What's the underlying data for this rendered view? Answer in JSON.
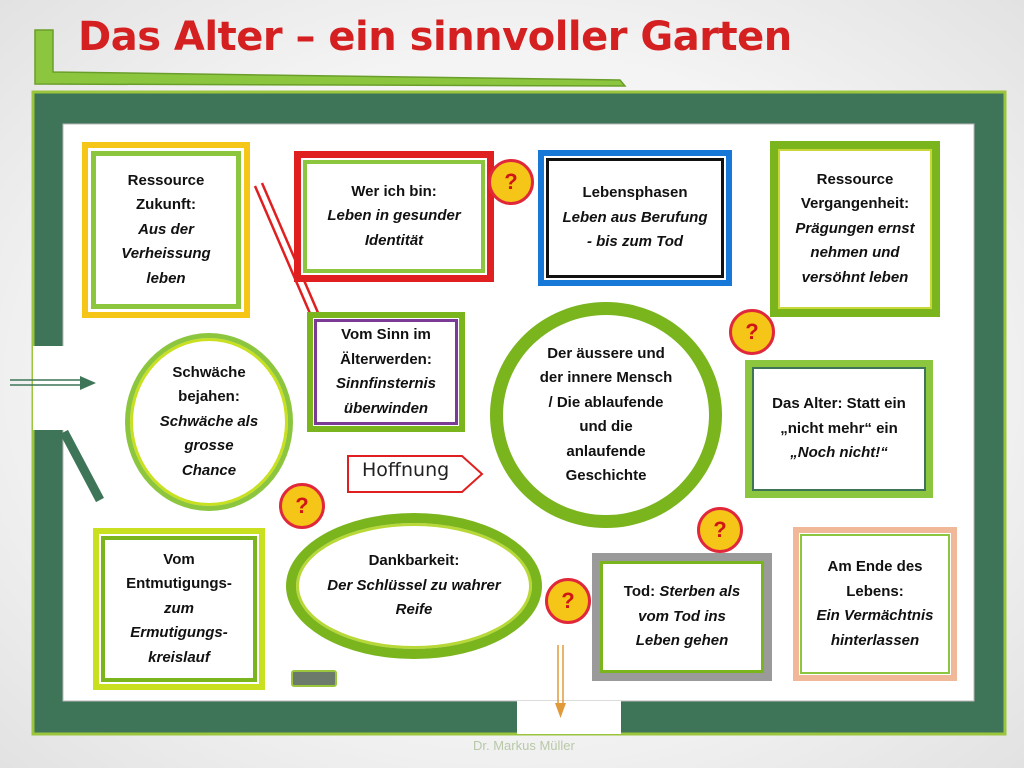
{
  "title": "Das Alter – ein sinnvoller Garten",
  "boxes": {
    "zukunft": {
      "line1": "Ressource Zukunft:",
      "line2": "Aus der Verheissung leben"
    },
    "wer": {
      "line1": "Wer ich bin:",
      "line2": "Leben in gesunder Identität"
    },
    "lebensphasen": {
      "line1": "Lebensphasen",
      "line2": "Leben aus Berufung - bis zum Tod"
    },
    "vergangenheit": {
      "line1": "Ressource Vergangenheit:",
      "line2": "Prägungen ernst nehmen und versöhnt leben"
    },
    "sinn": {
      "line1": "Vom Sinn im Älterwerden:",
      "line2": "Sinnfinsternis überwinden"
    },
    "alter": {
      "line1": "Das Alter: Statt ein „nicht mehr“ ein",
      "line2": "„Noch nicht!“"
    },
    "entmutigung": {
      "line1": "Vom Entmutigungs-",
      "line2": "zum Ermutigungs- kreislauf"
    },
    "tod": {
      "line1": "Tod:",
      "line2": "Sterben als vom Tod ins Leben gehen"
    },
    "ende": {
      "line1": "Am Ende des Lebens:",
      "line2": "Ein Vermächtnis hinterlassen"
    }
  },
  "ovals": {
    "schwaeche": {
      "line1": "Schwäche bejahen:",
      "line2": "Schwäche als grosse Chance"
    },
    "mensch": {
      "line1": "Der äussere und der innere Mensch / Die ablaufende und die anlaufende Geschichte",
      "line2": ""
    },
    "dankbarkeit": {
      "line1": "Dankbarkeit:",
      "line2": "Der Schlüssel zu wahrer Reife"
    }
  },
  "question_mark": "?",
  "hoffnung": "Hoffnung",
  "footer": "Dr. Markus Müller",
  "colors": {
    "title": "#d42020",
    "garden_wall": "#3e7558",
    "green_accent": "#7ab51d",
    "red": "#e02020",
    "blue": "#1878d8",
    "yellow": "#f5c518",
    "purple": "#7a3a95",
    "orange": "#e09a3a"
  }
}
